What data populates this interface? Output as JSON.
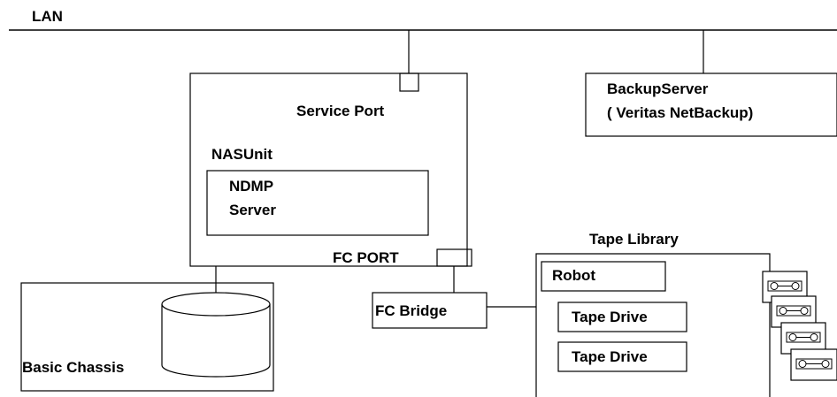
{
  "diagram": {
    "lan_label": "LAN",
    "nas": {
      "service_port_label": "Service Port",
      "nas_unit_label": "NASUnit",
      "ndmp_line1": "NDMP",
      "ndmp_line2": "Server",
      "fc_port_label": "FC PORT"
    },
    "backup_server": {
      "line1": "BackupServer",
      "line2": "( Veritas NetBackup)"
    },
    "basic_chassis_label": "Basic Chassis",
    "fc_bridge_label": "FC Bridge",
    "tape_library": {
      "title": "Tape Library",
      "robot_label": "Robot",
      "tape_drive_1_label": "Tape Drive",
      "tape_drive_2_label": "Tape Drive"
    }
  }
}
